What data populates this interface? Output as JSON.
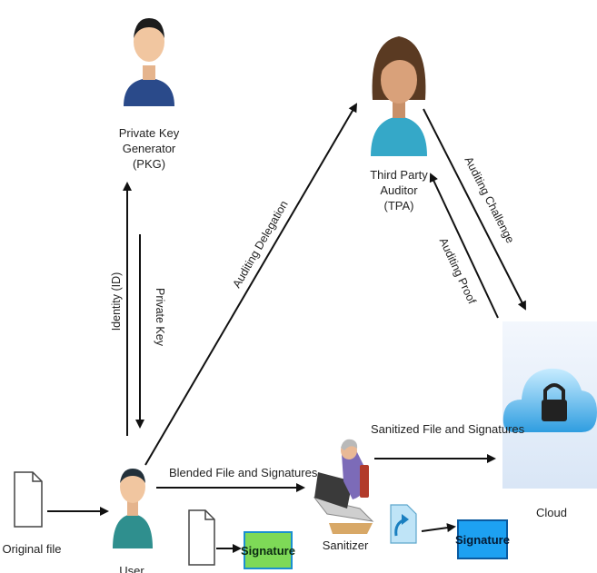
{
  "nodes": {
    "pkg": {
      "label_lines": [
        "Private Key",
        "Generator",
        "(PKG)"
      ]
    },
    "tpa": {
      "label_lines": [
        "Third Party",
        "Auditor",
        "(TPA)"
      ]
    },
    "user": {
      "label": "User"
    },
    "sanitizer": {
      "label": "Sanitizer"
    },
    "cloud": {
      "label": "Cloud"
    },
    "original_file": {
      "label": "Original file"
    }
  },
  "edges": {
    "identity": "Identity (ID)",
    "private_key": "Private Key",
    "auditing_delegation": "Auditing Delegation",
    "auditing_challenge": "Auditing Challenge",
    "auditing_proof": "Auditing Proof",
    "blended": "Blended File and Signatures",
    "sanitized": "Sanitized File and Signatures"
  },
  "signature_boxes": [
    {
      "label": "Signature",
      "color": "#7ed957"
    },
    {
      "label": "Signature",
      "color": "#1da1f2"
    }
  ]
}
